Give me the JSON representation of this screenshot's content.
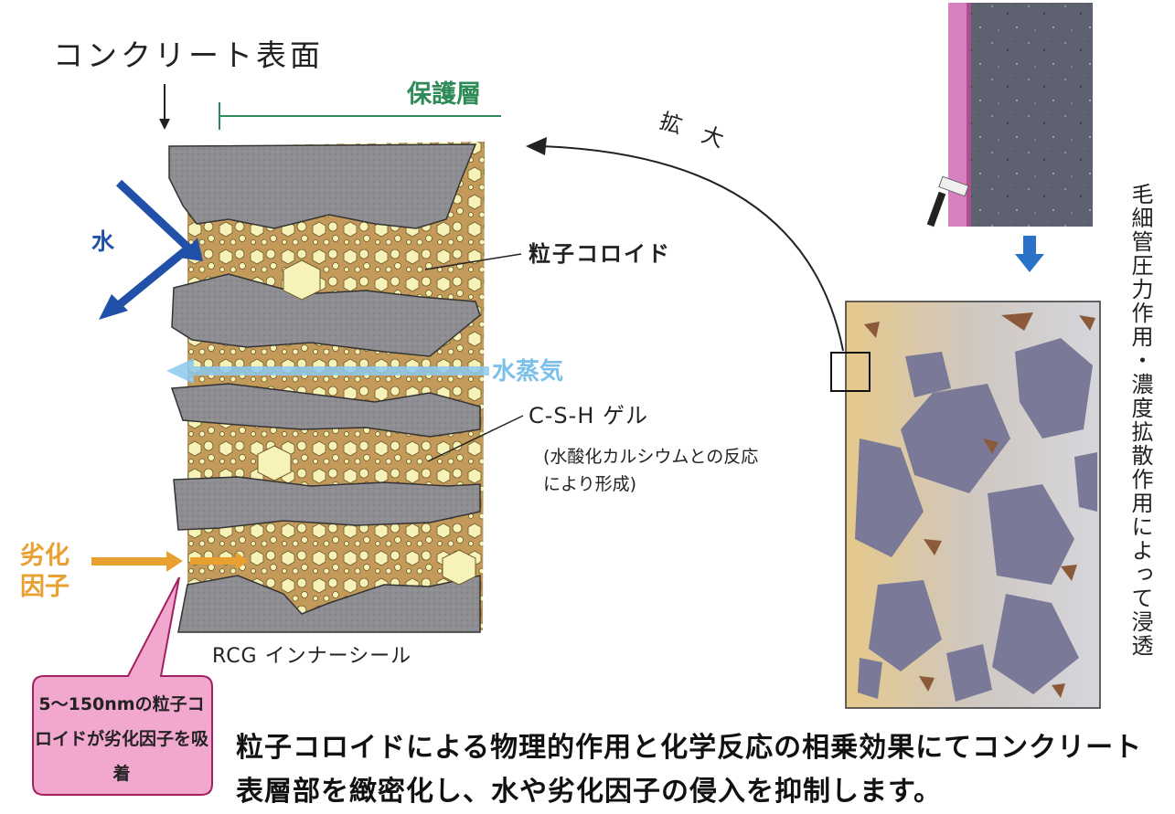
{
  "labels": {
    "concrete_surface": "コンクリート表面",
    "protective_layer": "保護層",
    "water": "水",
    "particle_colloid": "粒子コロイド",
    "water_vapor": "水蒸気",
    "csh_gel": "C-S-H ゲル",
    "csh_note": "(水酸化カルシウムとの反応により形成)",
    "degradation_factor": "劣化因子",
    "product_name": "RCG インナーシール",
    "expand": "拡大",
    "vertical_caption": "毛細管圧力作用・濃度拡散作用によって浸透"
  },
  "callout": {
    "text": "5～150nmの粒子コロイドが劣化因子を吸着"
  },
  "bottom_text": "粒子コロイドによる物理的作用と化学反応の相乗効果にてコンクリート表層部を緻密化し、水や劣化因子の侵入を抑制します。",
  "colors": {
    "concrete_gray": "#8e8e92",
    "colloid_yellow": "#f6f2b8",
    "gel_brown": "#b88a4e",
    "water_blue": "#2050a8",
    "vapor_blue": "#8ccaf0",
    "degradation_orange": "#e8a030",
    "protect_green": "#2e8b57",
    "callout_pink": "#f2a7cf"
  }
}
